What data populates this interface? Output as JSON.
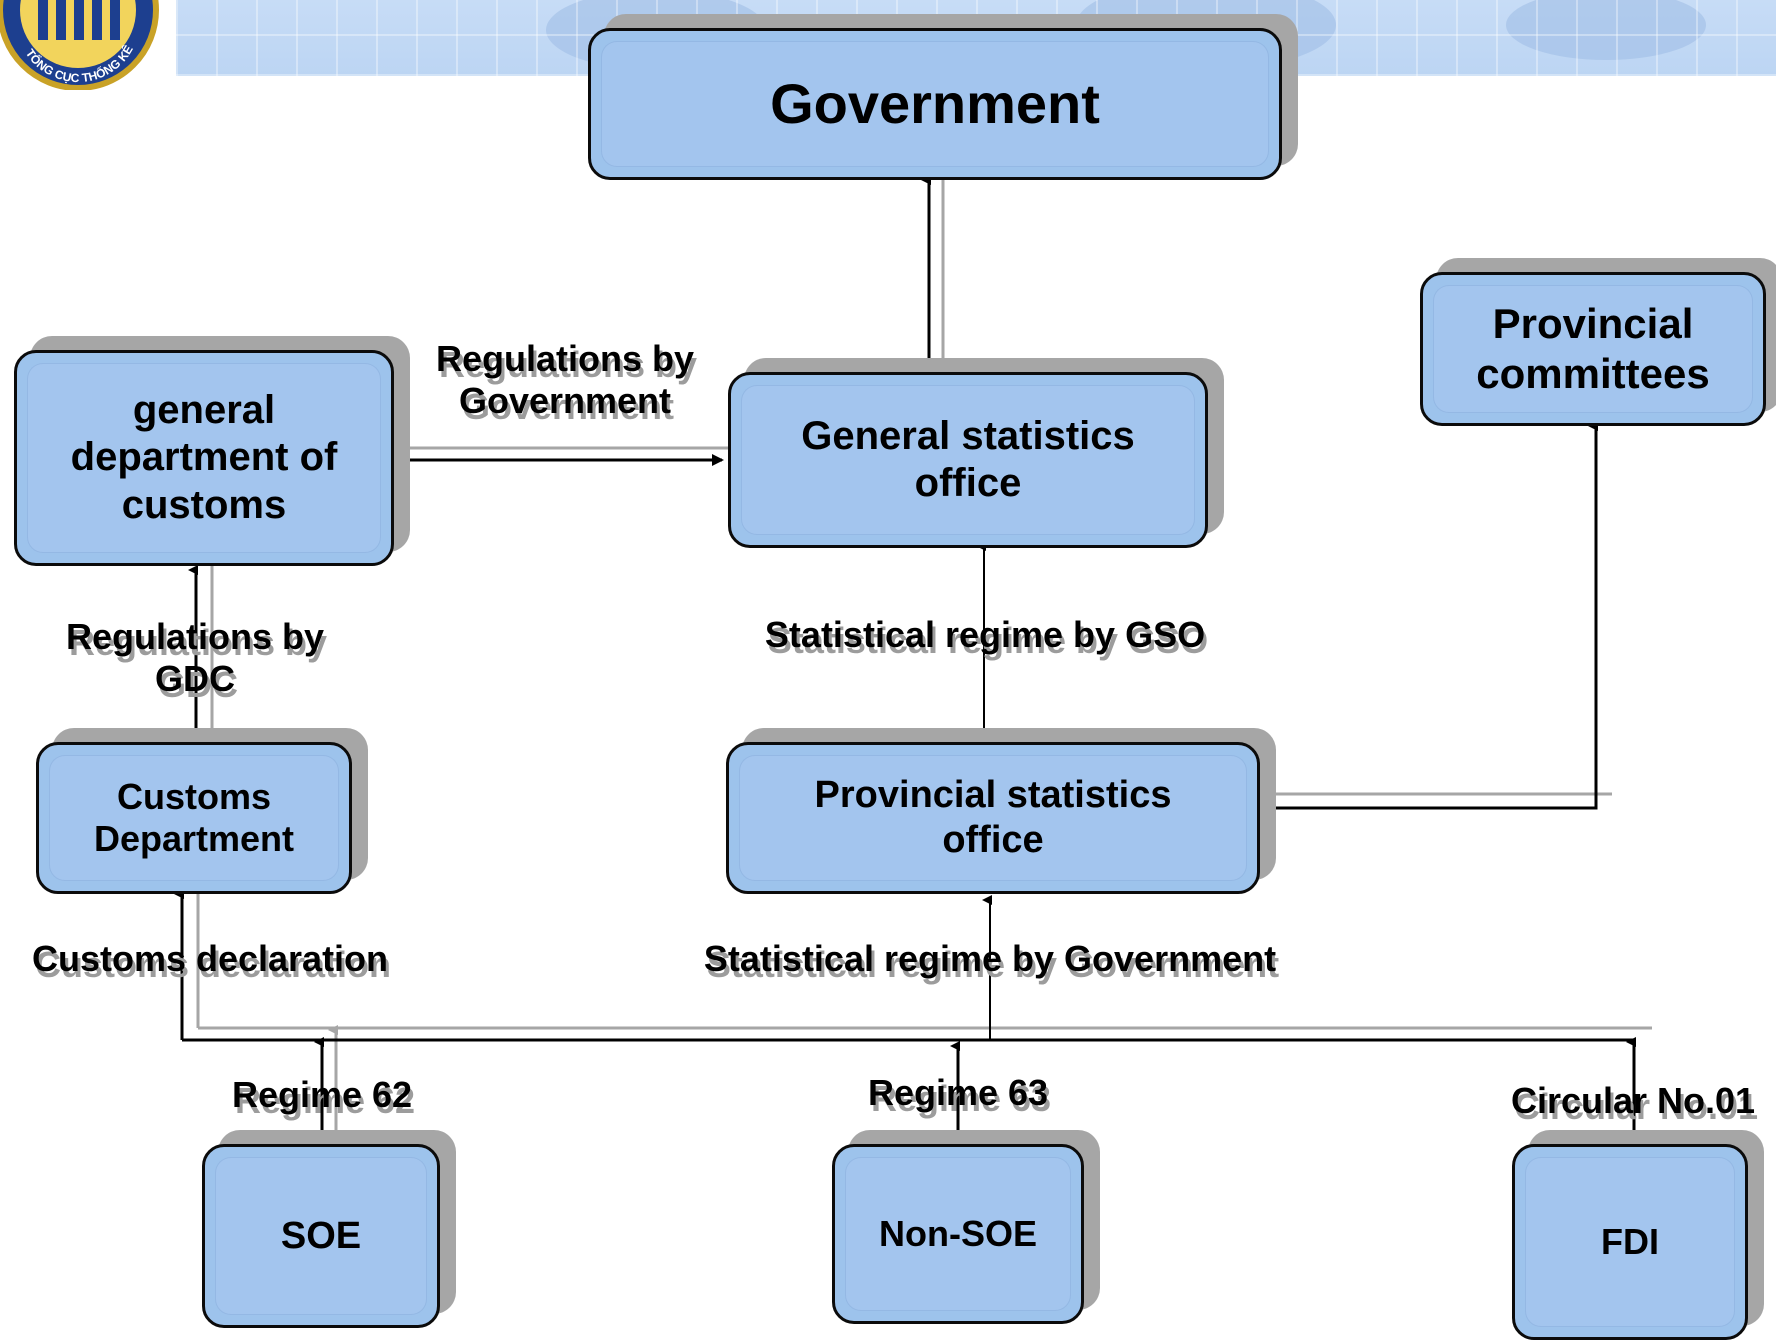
{
  "nodes": {
    "government": "Government",
    "gso": "General statistics office",
    "provincial_committees": "Provincial committees",
    "gdc": "general department of customs",
    "customs_department": "Customs Department",
    "provincial_statistics_office": "Provincial statistics office",
    "soe": "SOE",
    "non_soe": "Non-SOE",
    "fdi": "FDI"
  },
  "edge_labels": {
    "regulations_by_government": "Regulations by Government",
    "regulations_by_gdc": "Regulations by GDC",
    "statistical_regime_by_gso": "Statistical regime by GSO",
    "customs_declaration": "Customs declaration",
    "statistical_regime_by_government": "Statistical regime by Government",
    "regime_62": "Regime 62",
    "regime_63": "Regime 63",
    "circular_no01": "Circular No.01"
  },
  "logo": {
    "text": "TỔNG CỤC THỐNG KÊ"
  },
  "colors": {
    "node_fill": "#9dc3ec",
    "node_border": "#0b0b0b",
    "shadow": "#a6a6a6",
    "banner": "#c7dcf6"
  }
}
